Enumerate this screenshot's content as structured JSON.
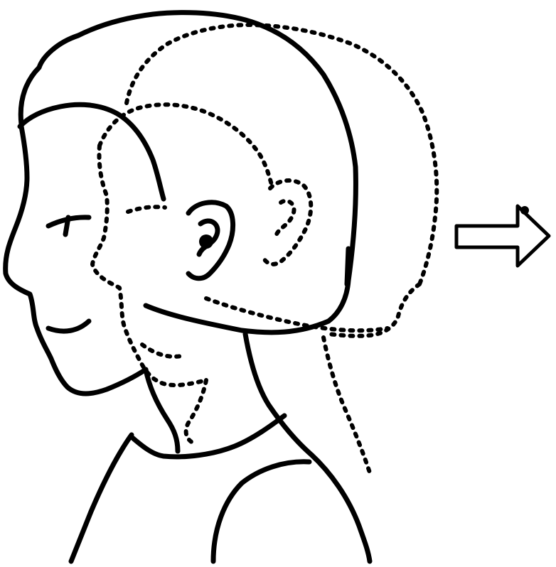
{
  "figure": {
    "description_free": true,
    "colors": {
      "line": "#000000",
      "background": "#ffffff"
    },
    "parts": [
      {
        "id": "head-initial-position",
        "style": "solid"
      },
      {
        "id": "head-forward-position",
        "style": "dotted"
      },
      {
        "id": "direction-arrow",
        "direction": "right",
        "icon": "arrow-right-icon"
      }
    ]
  }
}
